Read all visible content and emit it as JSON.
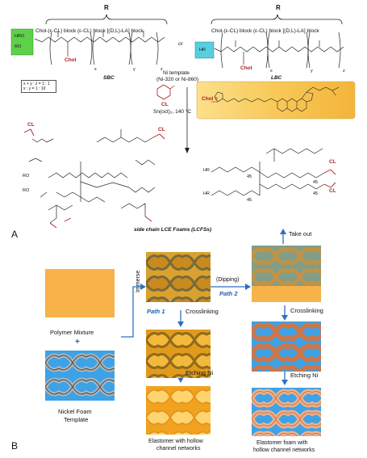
{
  "panel_a": {
    "label": "A",
    "r_left": "R",
    "r_right": "R",
    "blocks_left": "Chol-(ε-CL) block  (ε-CL) block  [(D,L)-LA] block",
    "blocks_right": "Chol-(ε-CL) block  (ε-CL) block  [(D,L)-LA] block",
    "or": "or",
    "chol_left": "Chol",
    "chol_right": "Chol",
    "sbc": "SBC",
    "lbc": "LBC",
    "ratio_line1": "x + y : z = 1 : 1",
    "ratio_line2": "x : y = 1 : 10",
    "ni_template_1": "Ni template",
    "ni_template_2": "(Ni-320 or Ni-860)",
    "cl_label": "CL",
    "catalyst": "Sn(oct)₂, 140 °C",
    "chol_def": "Chol =",
    "foams_title": "side chain LCE Foams (LCFSs)",
    "subscript_45": "45",
    "ro": "RO",
    "hro": "HRO",
    "hr": "HR",
    "x": "x",
    "y": "y",
    "z": "z"
  },
  "panel_b": {
    "label": "B",
    "polymer_mixture": "Polymer Mixture",
    "plus": "+",
    "nickel_foam_1": "Nickel Foam",
    "nickel_foam_2": "Template",
    "immerse": "Immerse",
    "path1": "Path 1",
    "path2": "Path 2",
    "dipping": "(Dipping)",
    "crosslinking_1": "Crosslinking",
    "crosslinking_2": "Crosslinking",
    "etching_1": "Etching Ni",
    "etching_2": "Etching Ni",
    "take_out": "Take out",
    "result_1a": "Elastomer with hollow",
    "result_1b": "channel networks",
    "result_2a": "Elastomer foam with",
    "result_2b": "hollow channel networks"
  },
  "colors": {
    "green_box": "#5fd04a",
    "cyan_box": "#58cfe0",
    "chol_box": "#f3c04a",
    "orange": "#f7b24a",
    "blue_arrow": "#2f6fc2",
    "red": "#b01e1e"
  }
}
